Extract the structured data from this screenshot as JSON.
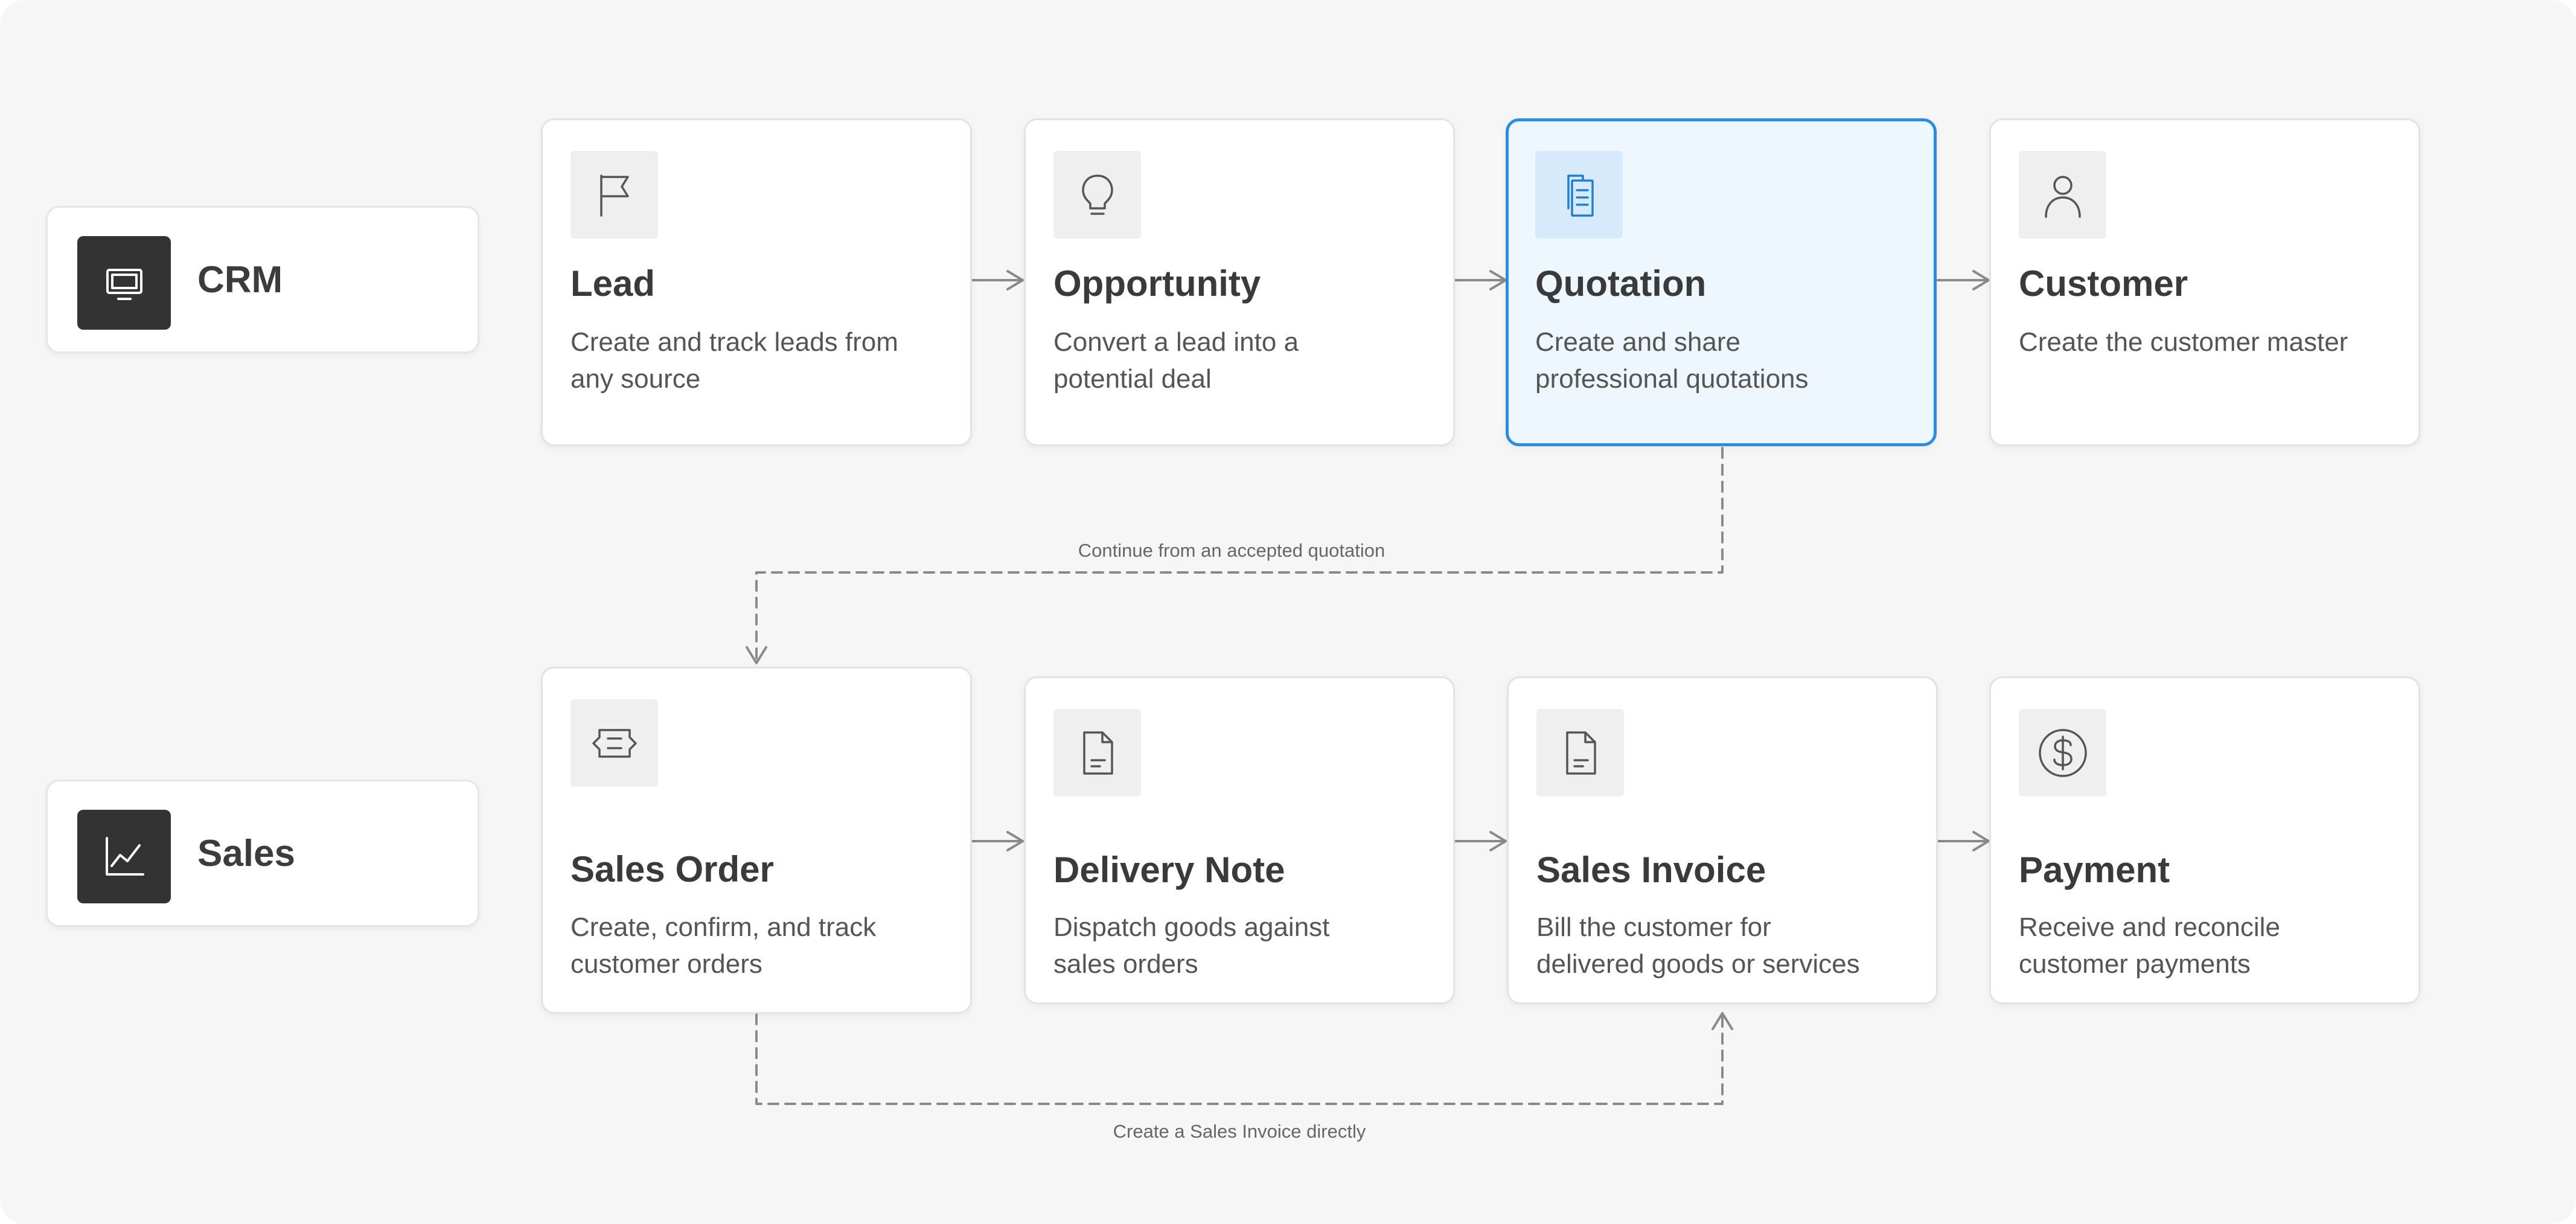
{
  "colors": {
    "background": "#f6f6f6",
    "card": "#ffffff",
    "highlight_fill": "#eef6fe",
    "highlight_border": "#2a8de0",
    "module_icon": "#333333",
    "connector": "#8a8a8a"
  },
  "modules": [
    {
      "label": "CRM",
      "icon": "monitor-icon"
    },
    {
      "label": "Sales",
      "icon": "line-chart-icon"
    }
  ],
  "crm_flow": [
    {
      "title": "Lead",
      "description": "Create and track leads from any source",
      "icon": "flag-icon"
    },
    {
      "title": "Opportunity",
      "description": "Convert a lead into a potential deal",
      "icon": "lightbulb-icon"
    },
    {
      "title": "Quotation",
      "description": "Create and share professional quotations",
      "icon": "document-icon",
      "highlighted": true
    },
    {
      "title": "Customer",
      "description": "Create the customer master",
      "icon": "user-icon"
    }
  ],
  "sales_flow": [
    {
      "title": "Sales Order",
      "description": "Create, confirm, and track customer orders",
      "icon": "order-icon"
    },
    {
      "title": "Delivery Note",
      "description": "Dispatch goods against sales orders",
      "icon": "file-icon"
    },
    {
      "title": "Sales Invoice",
      "description": "Bill the customer for delivered goods or services",
      "icon": "file-icon"
    },
    {
      "title": "Payment",
      "description": "Receive and reconcile customer payments",
      "icon": "dollar-icon"
    }
  ],
  "links": [
    {
      "from": "Quotation",
      "to": "Sales Order",
      "label": "Continue from an accepted quotation",
      "style": "dashed"
    },
    {
      "from": "Sales Order",
      "to": "Sales Invoice",
      "label": "Create a Sales Invoice directly",
      "style": "dashed"
    }
  ]
}
